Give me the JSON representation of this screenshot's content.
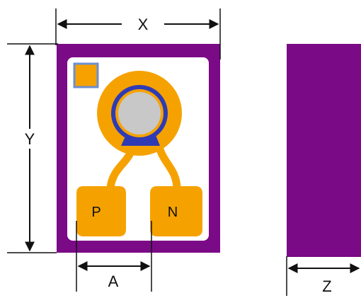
{
  "dimensions": {
    "width_label": "X",
    "height_label": "Y",
    "pad_spacing_label": "A",
    "thickness_label": "Z"
  },
  "pads": {
    "p_label": "P",
    "n_label": "N"
  },
  "colors": {
    "package": "#7b0a86",
    "substrate": "#ffffff",
    "gold": "#f5a200",
    "blue": "#2f3bb5",
    "die": "#c8c8c8",
    "marker_border": "#6c8fd2"
  }
}
